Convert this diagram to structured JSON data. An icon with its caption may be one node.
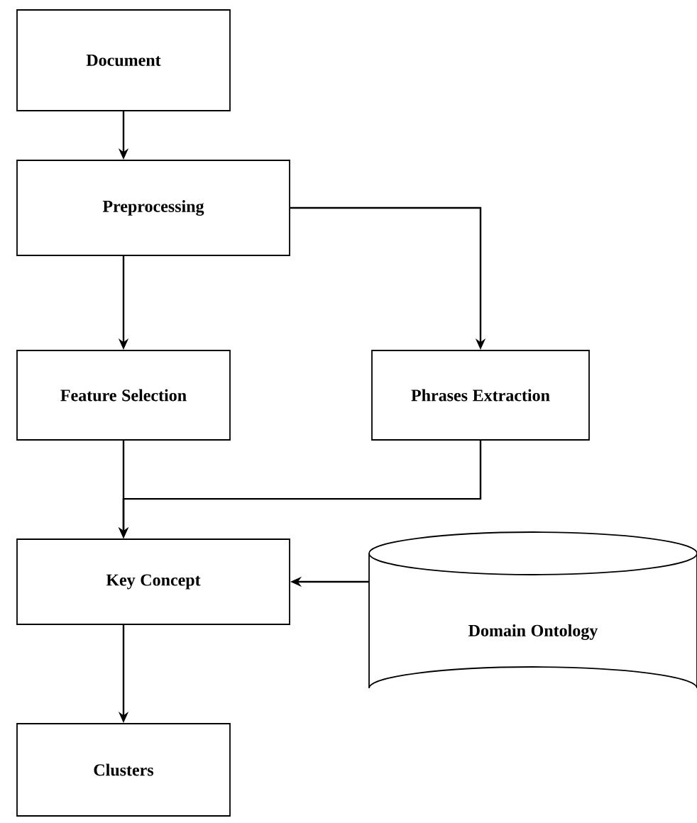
{
  "diagram": {
    "nodes": [
      {
        "text": [
          "Document"
        ]
      },
      {
        "text": [
          "Preprocessing"
        ]
      },
      {
        "text": [
          "Feature Selection"
        ]
      },
      {
        "text": [
          "Phrases Extraction"
        ]
      },
      {
        "text": [
          "Key Concept"
        ]
      },
      {
        "text": [
          "Clusters"
        ]
      },
      {
        "text": [
          "Domain Ontology"
        ]
      }
    ],
    "edges": [
      {
        "from": 0,
        "to": 1,
        "arrow": "to"
      },
      {
        "from": 1,
        "to": 2,
        "arrow": "to"
      },
      {
        "from": 1,
        "to": 3,
        "arrow": "to"
      },
      {
        "from": 2,
        "to": 4,
        "arrow": "to"
      },
      {
        "from": 3,
        "to": 4,
        "arrow": "to"
      },
      {
        "from": 6,
        "to": 4,
        "arrow": "to"
      },
      {
        "from": 4,
        "to": 5,
        "arrow": "to"
      }
    ]
  }
}
